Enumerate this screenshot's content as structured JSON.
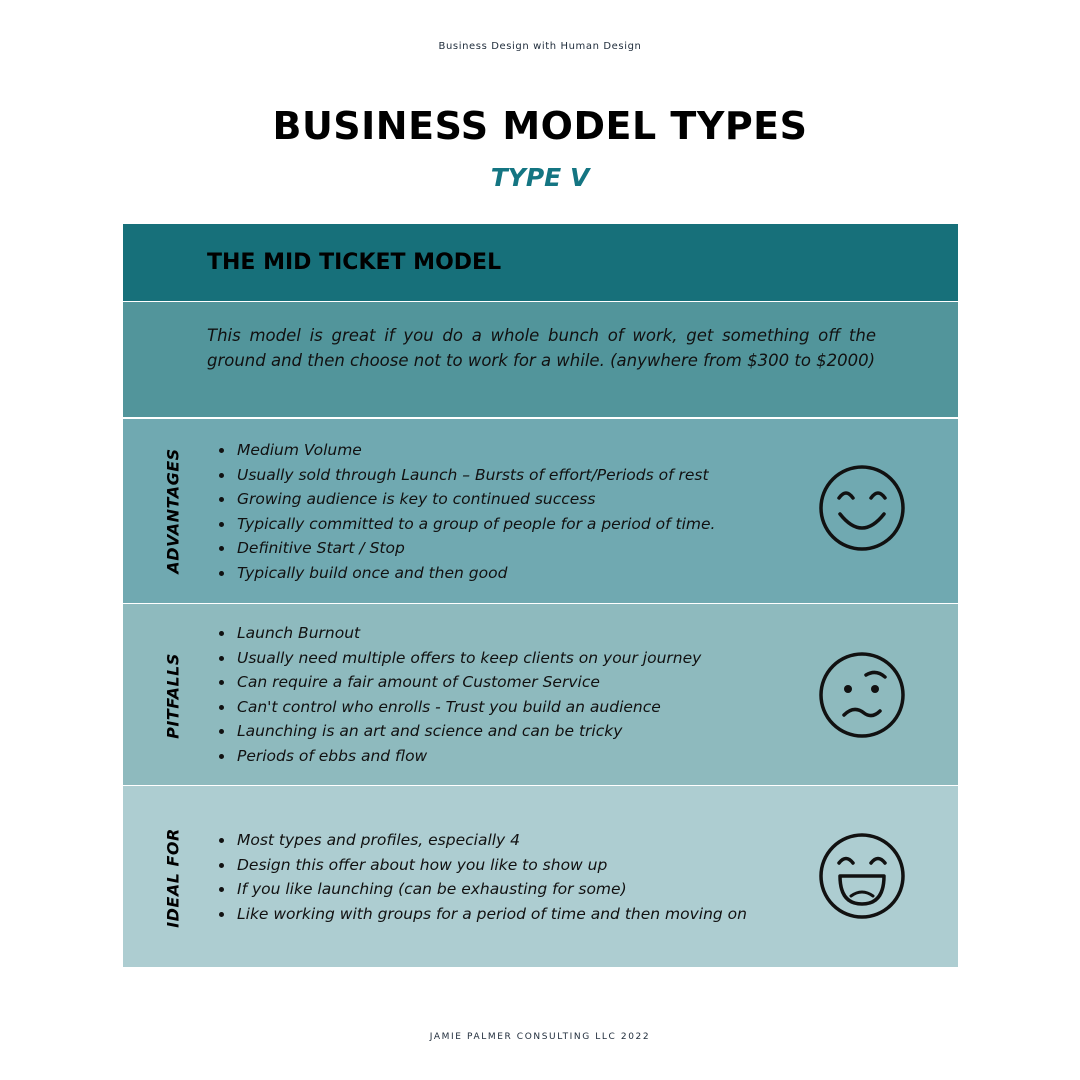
{
  "top_label": "Business Design with Human Design",
  "title": "BUSINESS MODEL TYPES",
  "subtitle": "TYPE V",
  "model": {
    "heading": "THE MID TICKET MODEL",
    "description": "This model is great if you do a whole bunch of work, get something off the ground and then choose not to work for a while. (anywhere from $300 to $2000)"
  },
  "advantages": {
    "label": "ADVANTAGES",
    "icon": "smiling-face-icon",
    "items": [
      "Medium Volume",
      "Usually sold through Launch – Bursts of effort/Periods of rest",
      "Growing audience is key to continued success",
      "Typically committed to a group of people for a period of time.",
      "Definitive Start / Stop",
      "Typically build once and then good"
    ]
  },
  "pitfalls": {
    "label": "PITFALLS",
    "icon": "confused-face-icon",
    "items": [
      "Launch Burnout",
      "Usually need multiple offers to keep clients on your journey",
      "Can require a fair amount of Customer Service",
      "Can't control who enrolls - Trust you build an audience",
      "Launching is an art and science and can be tricky",
      "Periods of ebbs and flow"
    ]
  },
  "ideal_for": {
    "label": "IDEAL FOR",
    "icon": "laughing-face-icon",
    "items": [
      "Most types and profiles, especially 4",
      "Design this offer about how you like to show up",
      "If you like launching (can be exhausting for some)",
      "Like working with groups for a period of time and then moving on"
    ]
  },
  "colors": {
    "header": "#17707a",
    "description": "#52959b",
    "advantages": "#70a9b1",
    "pitfalls": "#8ebabe",
    "ideal_for": "#adcdd1",
    "subtitle": "#147582"
  },
  "footer": "JAMIE PALMER CONSULTING LLC 2022"
}
